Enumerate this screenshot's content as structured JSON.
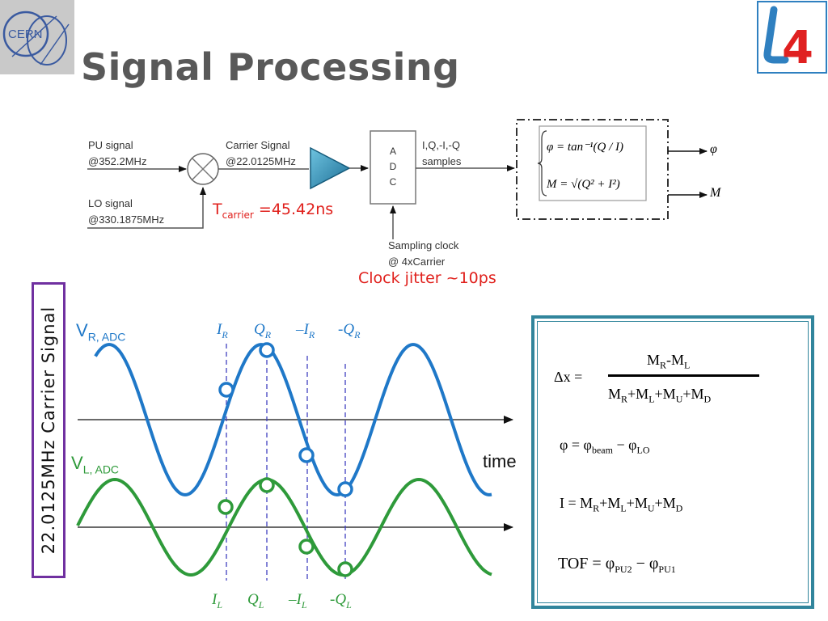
{
  "title": "Signal Processing",
  "logos": {
    "left": "CERN",
    "right": "4"
  },
  "block_diagram": {
    "pu_signal": "PU signal",
    "pu_freq": "@352.2MHz",
    "lo_signal": "LO signal",
    "lo_freq": "@330.1875MHz",
    "carrier_signal": "Carrier Signal",
    "carrier_freq": "@22.0125MHz",
    "t_carrier_main": "T",
    "t_carrier_sub": "carrier",
    "t_carrier_value": "=45.42ns",
    "adc_letters": [
      "A",
      "D",
      "C"
    ],
    "samples_line1": "I,Q,-I,-Q",
    "samples_line2": "samples",
    "sampling_clock_line1": "Sampling clock",
    "sampling_clock_line2": "@ 4xCarrier",
    "clock_jitter": "Clock jitter ~10ps",
    "eq_phi": "φ = tan⁻¹(Q / I)",
    "eq_m": "M = √(Q² + I²)",
    "out_phi": "φ",
    "out_m": "M"
  },
  "signal_axis_label": "22.0125MHz Carrier Signal",
  "waveforms": {
    "vr_main": "V",
    "vr_sub": "R, ADC",
    "vl_main": "V",
    "vl_sub": "L, ADC",
    "time_label": "time",
    "top_labels": [
      "I",
      "Q",
      "–I",
      "-Q"
    ],
    "top_subs": [
      "R",
      "R",
      "R",
      "R"
    ],
    "bottom_labels": [
      "I",
      "Q",
      "–I",
      "-Q"
    ],
    "bottom_subs": [
      "L",
      "L",
      "L",
      "L"
    ],
    "colors": {
      "vr": "#1f78c8",
      "vl": "#2e9a3a",
      "sample_lines": "#4040c0"
    }
  },
  "formulas": {
    "dx_lhs": "Δx =",
    "dx_num_1": "M",
    "dx_num_1s": "R",
    "dx_num_2": "-M",
    "dx_num_2s": "L",
    "dx_den": [
      "M",
      "R",
      "+M",
      "L",
      "+M",
      "U",
      "+M",
      "D"
    ],
    "phi_line": [
      "φ = φ",
      "beam",
      " − φ",
      "LO"
    ],
    "i_line": [
      "I = M",
      "R",
      "+M",
      "L",
      "+M",
      "U",
      "+M",
      "D"
    ],
    "tof_line": [
      "TOF = φ",
      "PU2",
      " − φ",
      "PU1"
    ]
  }
}
